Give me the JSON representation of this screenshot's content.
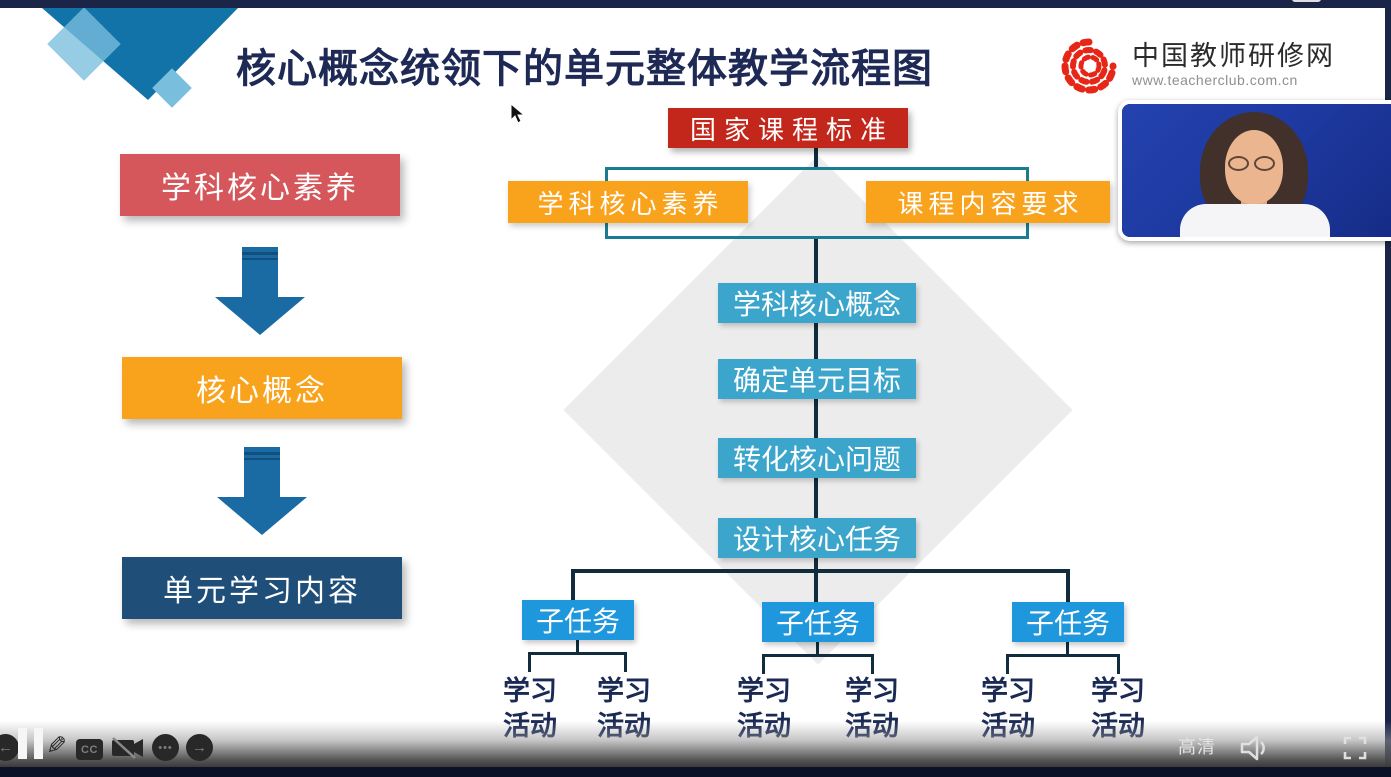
{
  "title": "核心概念统领下的单元整体教学流程图",
  "logo": {
    "name": "中国教师研修网",
    "url": "www.teacherclub.com.cn",
    "mark_color": "#e62718"
  },
  "left_flow": {
    "items": [
      {
        "label": "学科核心素养",
        "color": "#d5575b"
      },
      {
        "label": "核心概念",
        "color": "#f9a21c"
      },
      {
        "label": "单元学习内容",
        "color": "#1f4e79"
      }
    ],
    "arrow_color": "#1a6aa3"
  },
  "flowchart": {
    "root": {
      "label": "国家课程标准",
      "color": "#c3261a"
    },
    "pair": [
      {
        "label": "学科核心素养",
        "color": "#f9a21c"
      },
      {
        "label": "课程内容要求",
        "color": "#f9a21c"
      }
    ],
    "pair_frame_color": "#1a7b92",
    "chain": [
      {
        "label": "学科核心概念"
      },
      {
        "label": "确定单元目标"
      },
      {
        "label": "转化核心问题"
      },
      {
        "label": "设计核心任务"
      }
    ],
    "chain_color": "#3ba5cb",
    "subtasks": [
      {
        "label": "子任务",
        "children": [
          "学习活动",
          "学习活动"
        ]
      },
      {
        "label": "子任务",
        "children": [
          "学习活动",
          "学习活动"
        ]
      },
      {
        "label": "子任务",
        "children": [
          "学习活动",
          "学习活动"
        ]
      }
    ],
    "subtask_color": "#1e97dd",
    "line_color": "#112c3c"
  },
  "player": {
    "hd_label": "高清",
    "cc_label": "CC",
    "controls_left": [
      "back",
      "pause",
      "edit",
      "closed-captions",
      "camera-off",
      "more",
      "next"
    ],
    "controls_right": [
      "hd-quality",
      "volume",
      "picture-in-picture",
      "fullscreen"
    ]
  },
  "chrome_color": "#1a2547",
  "title_color": "#1e2a55"
}
